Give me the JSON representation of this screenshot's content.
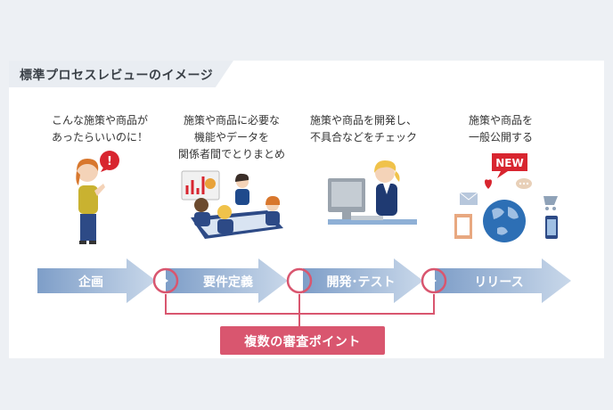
{
  "title": "標準プロセスレビューのイメージ",
  "steps": [
    {
      "caption_lines": [
        "こんな施策や商品が",
        "あったらいいのに！"
      ],
      "flow_label": "企画"
    },
    {
      "caption_lines": [
        "施策や商品に必要な",
        "機能やデータを",
        "関係者間でとりまとめ"
      ],
      "flow_label": "要件定義"
    },
    {
      "caption_lines": [
        "施策や商品を開発し、",
        "不具合などをチェック"
      ],
      "flow_label": "開発･テスト"
    },
    {
      "caption_lines": [
        "施策や商品を",
        "一般公開する"
      ],
      "flow_label": "リリース"
    }
  ],
  "bubble_mark": "!",
  "new_badge": "NEW",
  "review_label": "複数の審査ポイント",
  "colors": {
    "arrow_light": "#c9d8ea",
    "arrow_dark": "#7e9ec8",
    "review": "#d9566f",
    "bracket": "#d9566f"
  }
}
